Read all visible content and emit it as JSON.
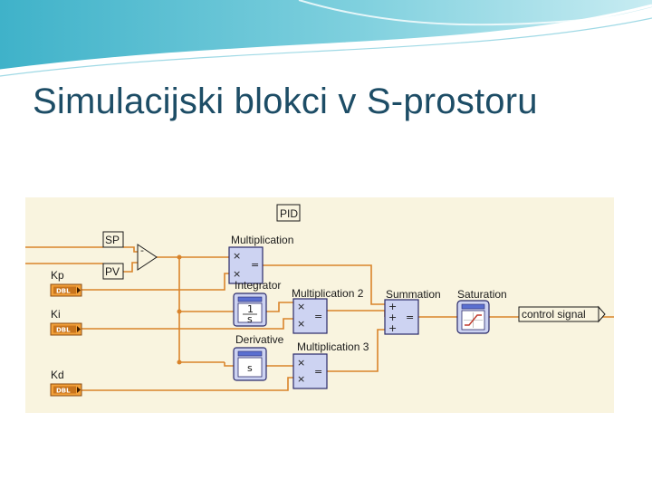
{
  "slide": {
    "title": "Simulacijski blokci v S-prostoru"
  },
  "diagram": {
    "subsystem_tag": "PID",
    "inputs": {
      "sp": "SP",
      "pv": "PV",
      "kp": "Kp",
      "ki": "Ki",
      "kd": "Kd",
      "dbl": "DBL"
    },
    "subtract_symbol": "-",
    "blocks": {
      "multiplication": "Multiplication",
      "integrator": "Integrator",
      "integrator_numerator": "1",
      "integrator_denominator": "s",
      "derivative": "Derivative",
      "derivative_symbol": "s",
      "multiplication_2": "Multiplication 2",
      "multiplication_3": "Multiplication 3",
      "summation": "Summation",
      "saturation": "Saturation"
    },
    "output": "control signal",
    "colors": {
      "wire": "#d9832a",
      "block_fill": "#cdd3f2",
      "panel_bg": "#f9f4df"
    }
  }
}
